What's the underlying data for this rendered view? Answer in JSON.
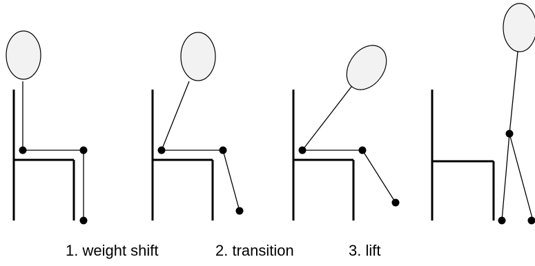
{
  "captions": {
    "step1": "1. weight shift",
    "step2": "2. transition",
    "step3": "3. lift"
  },
  "colors": {
    "line": "#000000",
    "head_fill": "#f2f2f2",
    "background": "#ffffff"
  }
}
